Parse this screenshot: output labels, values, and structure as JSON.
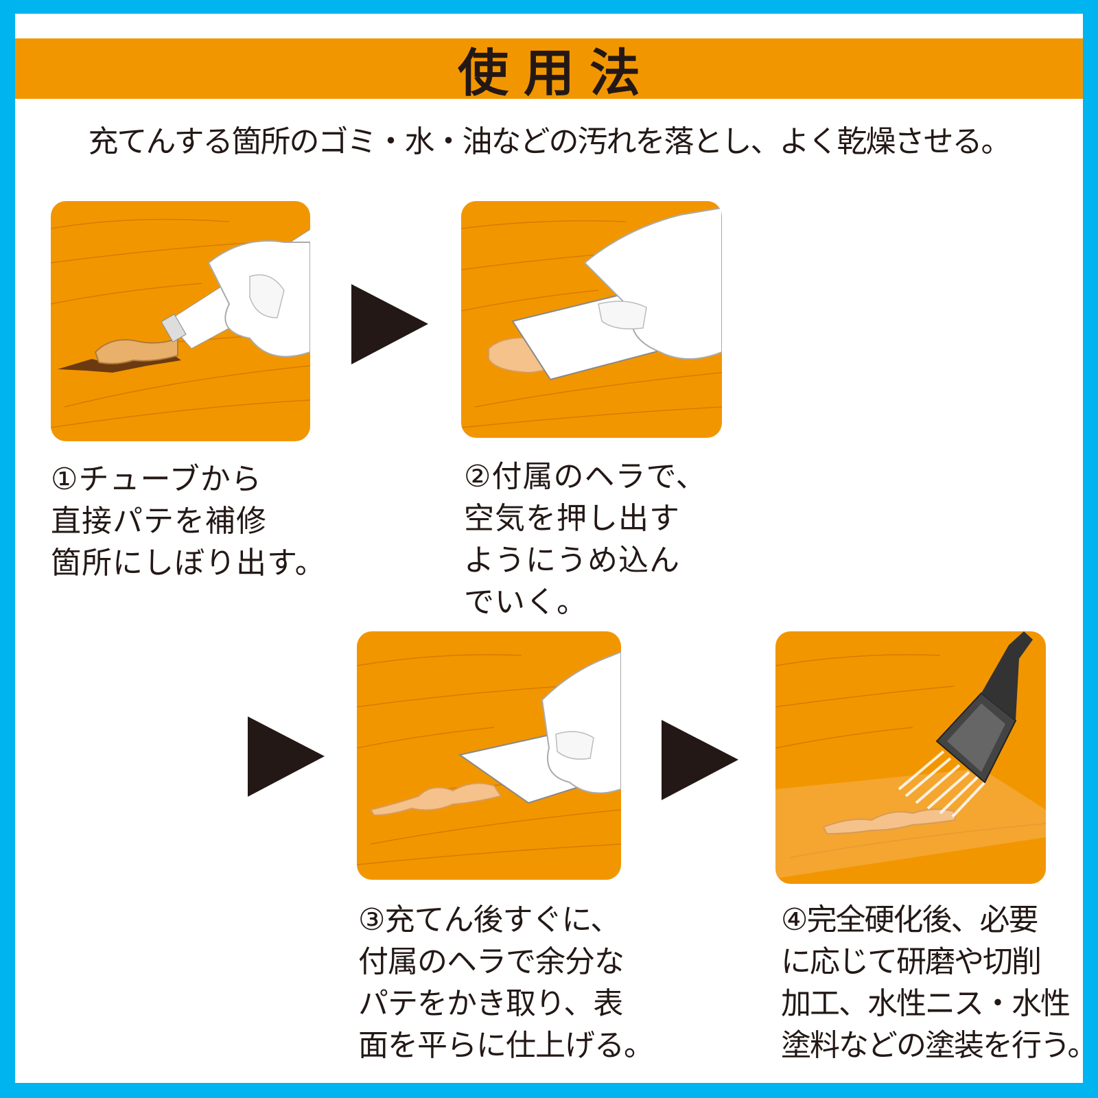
{
  "title": "使用法",
  "intro": "充てんする箇所のゴミ・水・油などの汚れを落とし、よく乾燥させる。",
  "colors": {
    "border": "#00b4ef",
    "accent": "#f29600",
    "text": "#231815"
  },
  "steps": [
    {
      "text": "①チューブから\n直接パテを補修\n箇所にしぼり出す。",
      "illustration": "tube-squeezing-putty"
    },
    {
      "text": "②付属のヘラで、\n空気を押し出す\nようにうめ込ん\nでいく。",
      "illustration": "spatula-pressing-putty"
    },
    {
      "text": "③充てん後すぐに、\n付属のヘラで余分な\nパテをかき取り、表\n面を平らに仕上げる。",
      "illustration": "spatula-scraping-putty"
    },
    {
      "text": "④完全硬化後、必要\nに応じて研磨や切削\n加工、水性ニス・水性\n塗料などの塗装を行う。",
      "illustration": "brush-painting"
    }
  ],
  "arrow_icon": "play-triangle-icon"
}
